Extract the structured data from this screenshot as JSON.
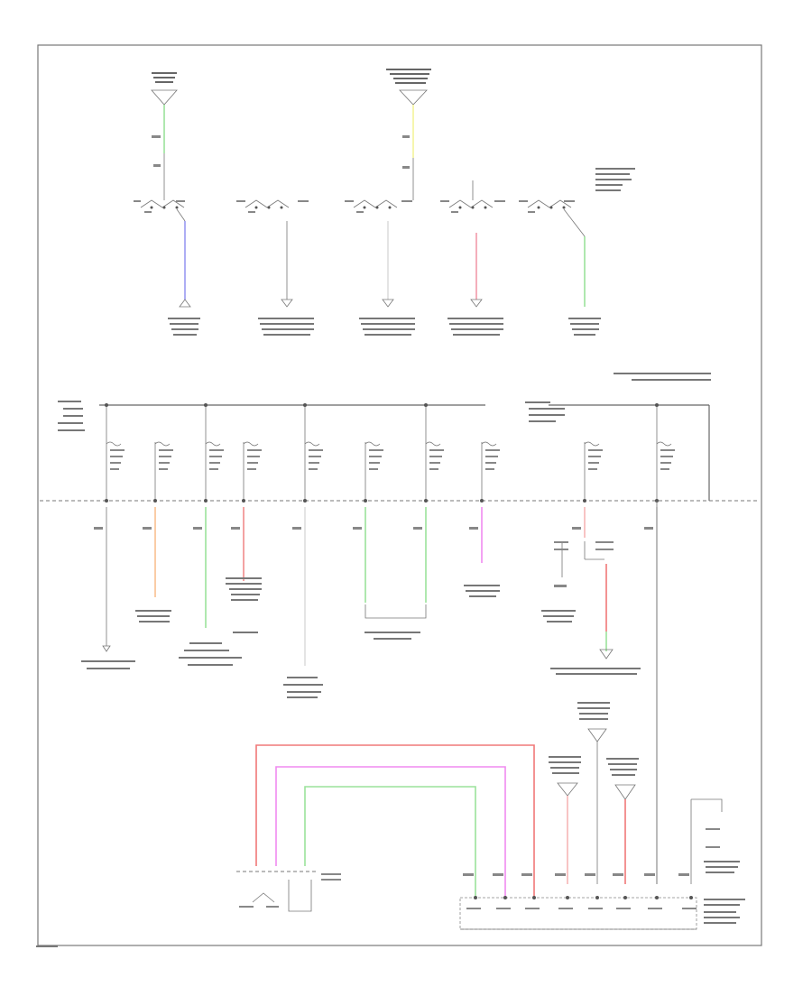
{
  "diagram": {
    "page_label": "",
    "top_sources": [
      {
        "id": "src-left",
        "wire_color": "#9be29b"
      },
      {
        "id": "src-mid",
        "wire_color": "#f3f39a"
      }
    ],
    "switch_outputs": [
      {
        "id": "sw1",
        "wire_color": "#9a9af2"
      },
      {
        "id": "sw2",
        "wire_color": "#bbbbbb"
      },
      {
        "id": "sw3",
        "wire_color": "#dddddd"
      },
      {
        "id": "sw4",
        "wire_color": "#f19aaa"
      },
      {
        "id": "sw5",
        "wire_color": "#9be29b"
      }
    ],
    "fuse_outputs": [
      {
        "id": "f1",
        "wire_color": "#bbbbbb"
      },
      {
        "id": "f2",
        "wire_color": "#f8c08f"
      },
      {
        "id": "f3",
        "wire_color": "#9be29b"
      },
      {
        "id": "f4",
        "wire_color": "#f08a8a"
      },
      {
        "id": "f5",
        "wire_color": "#dddddd"
      },
      {
        "id": "f6",
        "wire_color": "#9be29b"
      },
      {
        "id": "f7",
        "wire_color": "#9be29b"
      },
      {
        "id": "f8",
        "wire_color": "#f08af0"
      },
      {
        "id": "f9",
        "wire_color": "#f6b6b6"
      },
      {
        "id": "f10",
        "wire_color": "#dddddd"
      }
    ],
    "bottom_harness": [
      {
        "id": "h-red",
        "wire_color": "#f07878"
      },
      {
        "id": "h-magenta",
        "wire_color": "#f08af0"
      },
      {
        "id": "h-green",
        "wire_color": "#9be29b"
      }
    ]
  }
}
